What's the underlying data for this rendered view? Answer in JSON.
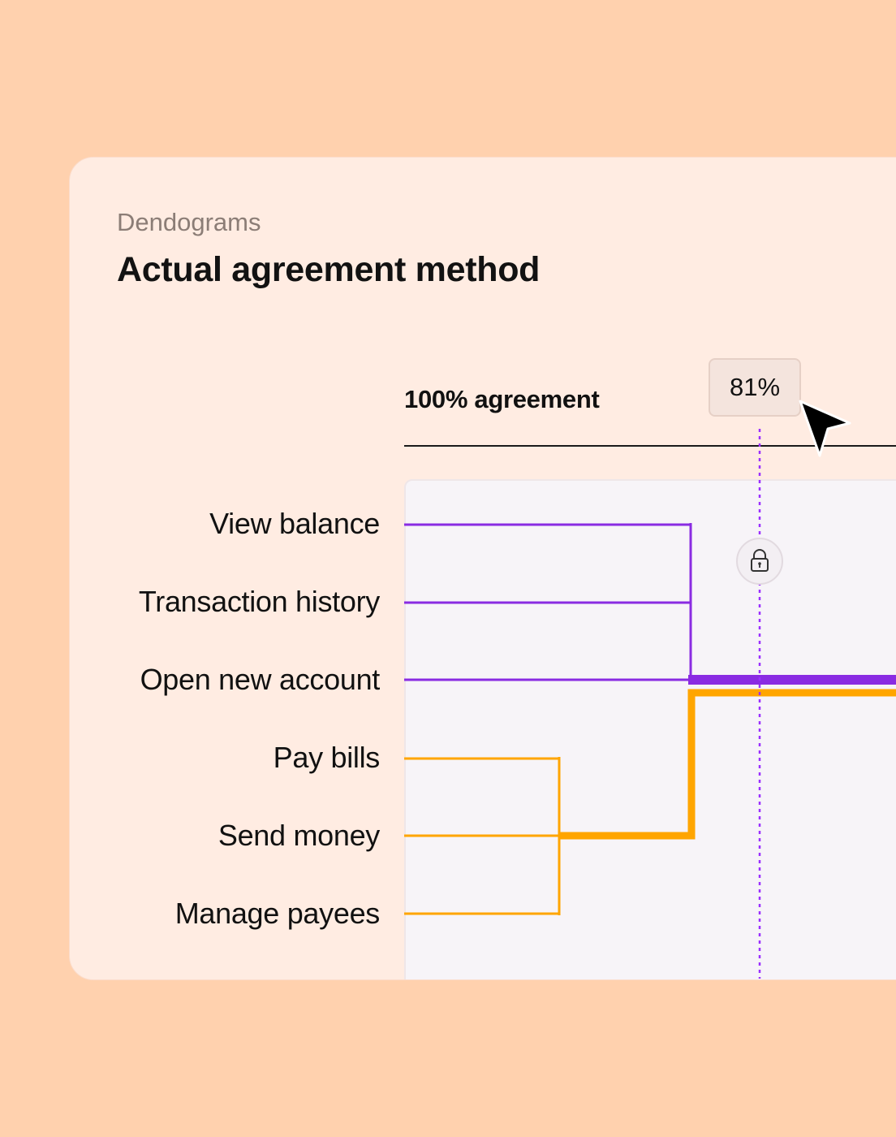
{
  "card": {
    "eyebrow": "Dendograms",
    "title": "Actual agreement method"
  },
  "scale": {
    "header_label": "100% agreement",
    "threshold_label": "81%",
    "threshold_value": 81,
    "threshold_locked": true,
    "lock_icon": "lock-icon",
    "cursor_icon": "pointer-cursor-icon"
  },
  "leaves": [
    {
      "label": "View balance",
      "cluster": "purple"
    },
    {
      "label": "Transaction history",
      "cluster": "purple"
    },
    {
      "label": "Open new account",
      "cluster": "purple"
    },
    {
      "label": "Pay bills",
      "cluster": "orange"
    },
    {
      "label": "Send money",
      "cluster": "orange"
    },
    {
      "label": "Manage payees",
      "cluster": "orange"
    }
  ],
  "colors": {
    "background": "#FFD1AE",
    "card": "#FFECE2",
    "purple_cluster": "#8A2BE2",
    "orange_cluster": "#FFA500",
    "threshold_line": "#9B30FF"
  }
}
